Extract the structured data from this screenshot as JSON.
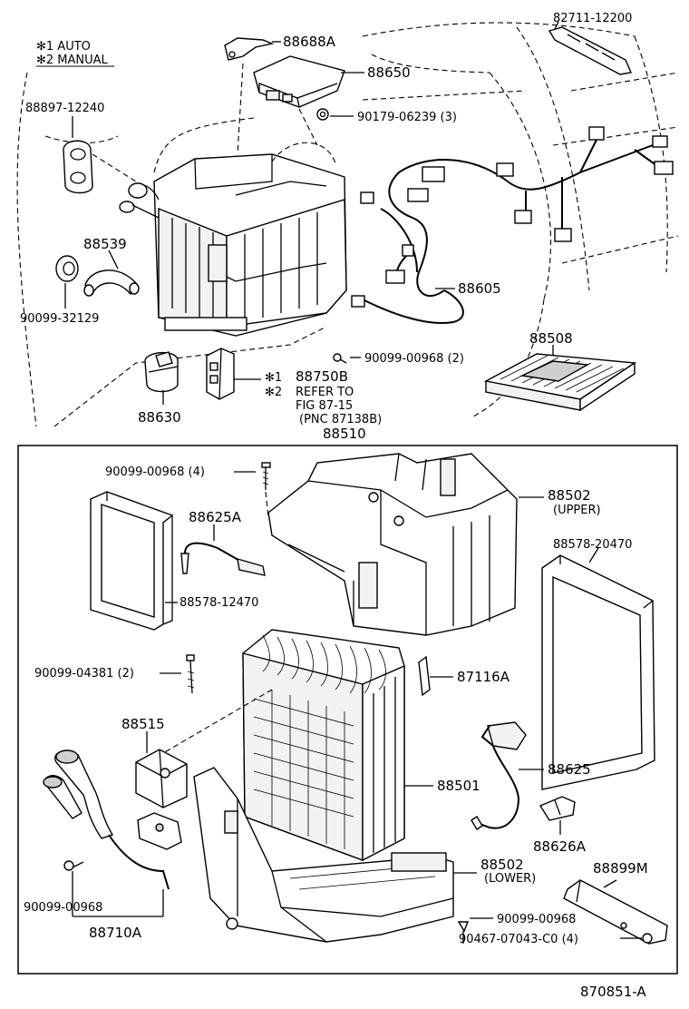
{
  "legend": {
    "auto": "✻1  AUTO",
    "manual": "✻2  MANUAL"
  },
  "labels": {
    "p82711_12200": "82711-12200",
    "p88688A": "88688A",
    "p88650": "88650",
    "p90179_06239": "90179-06239 (3)",
    "p88897_12240": "88897-12240",
    "p88539": "88539",
    "p90099_32129": "90099-32129",
    "p88605": "88605",
    "p88508": "88508",
    "p90099_00968_2": "90099-00968 (2)",
    "p88750B": "88750B",
    "star1": "✻1",
    "star2": "✻2",
    "refer_to": "REFER TO",
    "fig": "FIG 87-15",
    "pnc": "(PNC 87138B)",
    "p88630": "88630",
    "p88510": "88510",
    "p90099_00968_4": "90099-00968 (4)",
    "p88625A": "88625A",
    "p88502_upper": "88502",
    "upper": "(UPPER)",
    "p88578_20470": "88578-20470",
    "p88578_12470": "88578-12470",
    "p90099_04381": "90099-04381 (2)",
    "p87116A": "87116A",
    "p88515": "88515",
    "p88625": "88625",
    "p88501": "88501",
    "p88626A": "88626A",
    "p88502_lower": "88502",
    "lower": "(LOWER)",
    "p88899M": "88899M",
    "p90099_00968": "90099-00968",
    "p88710A": "88710A",
    "p90099_00968_b": "90099-00968",
    "p90467_07043": "90467-07043-C0 (4)",
    "figure_id": "870851-A"
  }
}
